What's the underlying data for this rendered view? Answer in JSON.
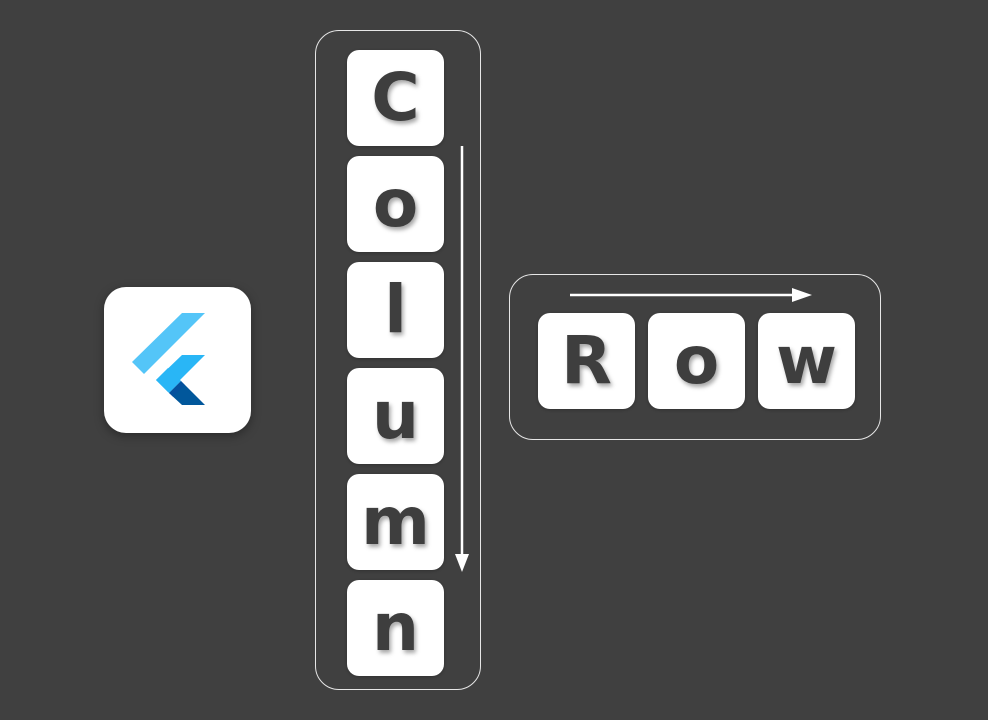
{
  "logo": {
    "icon": "flutter-logo-icon",
    "colors": {
      "light_blue": "#54C5F8",
      "mid_blue": "#29B6F6",
      "dark_blue": "#01579B",
      "tile_background": "#FFFFFF"
    }
  },
  "column": {
    "letters": [
      "C",
      "o",
      "l",
      "u",
      "m",
      "n"
    ],
    "direction": "top-to-bottom"
  },
  "row": {
    "letters": [
      "R",
      "o",
      "w"
    ],
    "direction": "left-to-right"
  },
  "colors": {
    "background": "#404040",
    "tile": "#FFFFFF",
    "letter": "#3E3E3E",
    "frame": "#E6E6E6",
    "arrow": "#FFFFFF"
  }
}
